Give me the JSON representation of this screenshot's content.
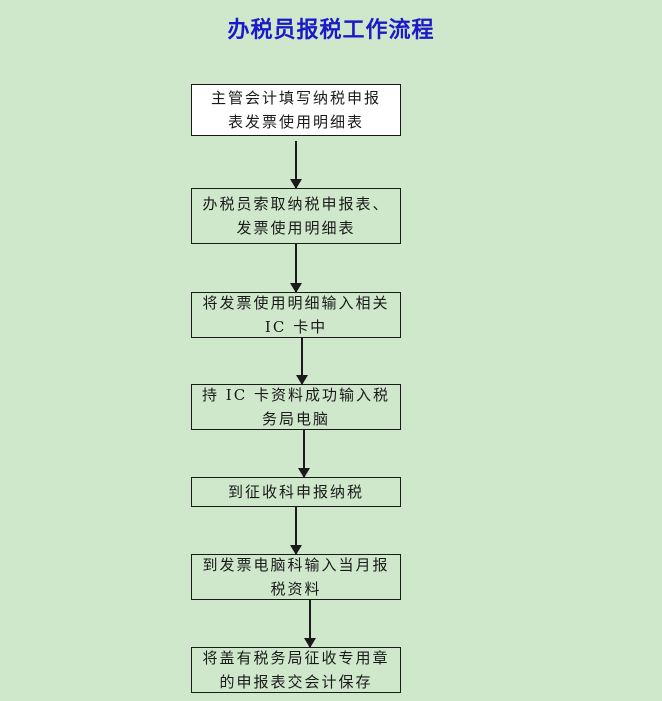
{
  "title": "办税员报税工作流程",
  "colors": {
    "background": "#cfe8cc",
    "title": "#1a1ac8",
    "border": "#1a1a1a",
    "first_box_fill": "#ffffff"
  },
  "steps": [
    {
      "line1": "主管会计填写纳税申报",
      "line2": "表发票使用明细表"
    },
    {
      "line1": "办税员索取纳税申报表、",
      "line2": "发票使用明细表"
    },
    {
      "line1": "将发票使用明细输入相关",
      "line2": "IC 卡中"
    },
    {
      "line1": "持 IC 卡资料成功输入税",
      "line2": "务局电脑"
    },
    {
      "line1": "到征收科申报纳税",
      "line2": ""
    },
    {
      "line1": "到发票电脑科输入当月报",
      "line2": "税资料"
    },
    {
      "line1": "将盖有税务局征收专用章",
      "line2": "的申报表交会计保存"
    }
  ]
}
